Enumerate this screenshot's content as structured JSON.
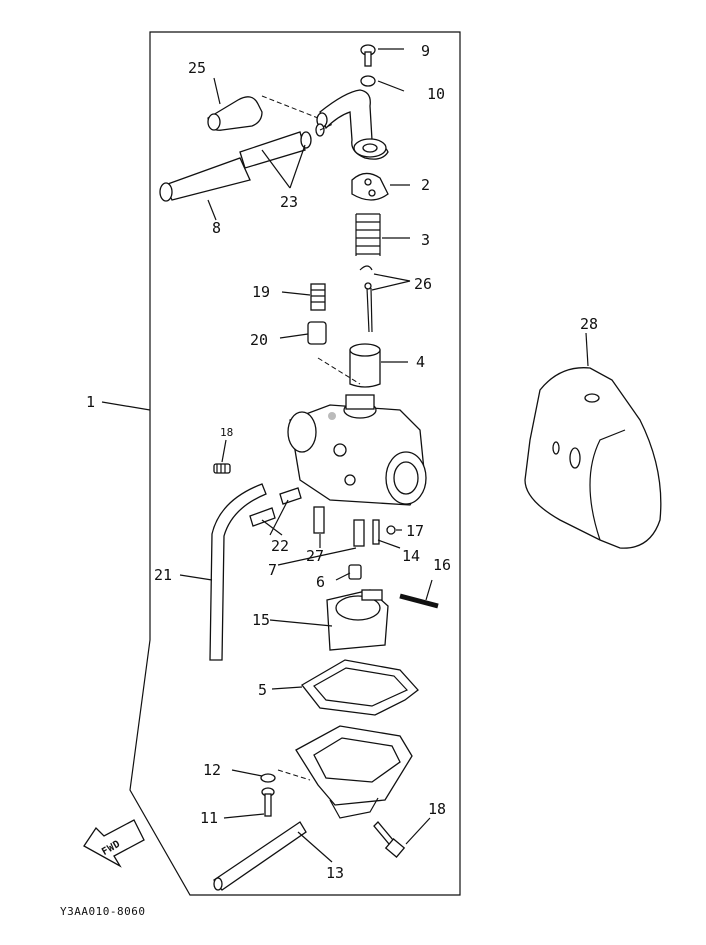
{
  "callouts": {
    "c1": "1",
    "c2": "2",
    "c3": "3",
    "c4": "4",
    "c5": "5",
    "c6": "6",
    "c7": "7",
    "c8": "8",
    "c9": "9",
    "c10": "10",
    "c11": "11",
    "c12": "12",
    "c13": "13",
    "c14": "14",
    "c15": "15",
    "c16": "16",
    "c17": "17",
    "c18a": "18",
    "c18b": "18",
    "c19": "19",
    "c20": "20",
    "c21": "21",
    "c22": "22",
    "c23": "23",
    "c25": "25",
    "c26": "26",
    "c27": "27",
    "c28": "28"
  },
  "fwd_label": "FWD",
  "figure_code": "Y3AA010-8060",
  "icons": {
    "fwd": "fwd-arrow-icon"
  }
}
